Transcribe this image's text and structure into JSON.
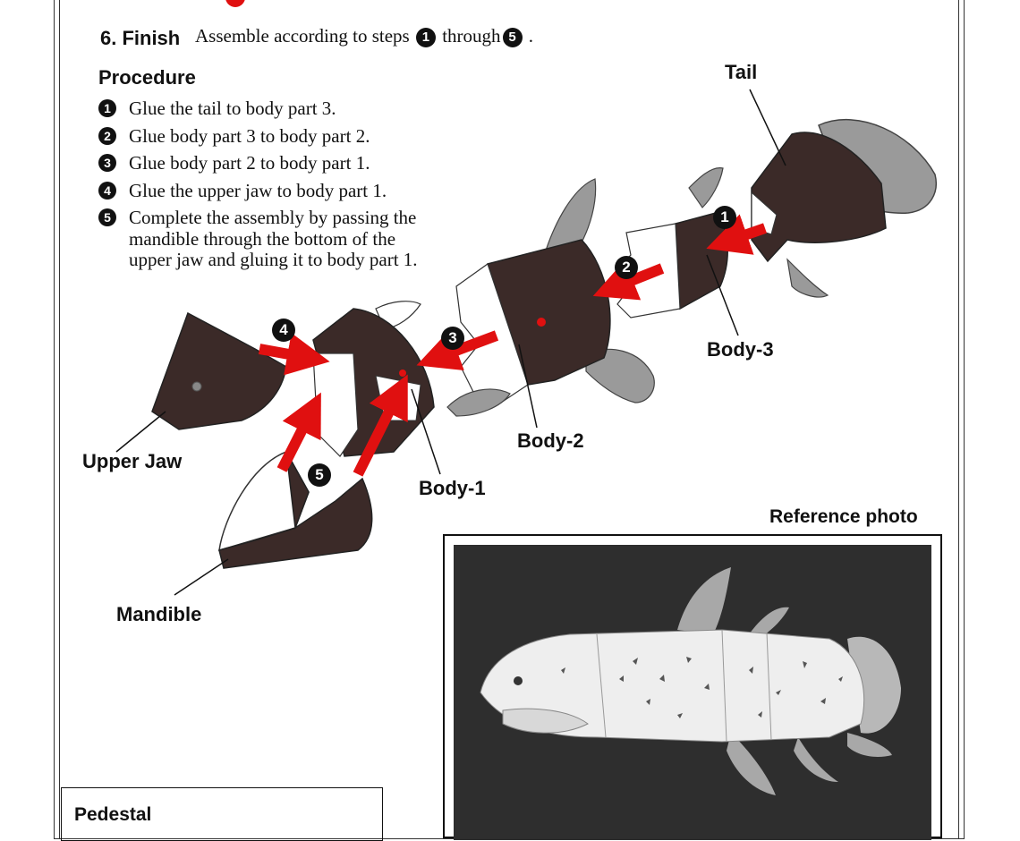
{
  "heading": {
    "step_title": "6. Finish",
    "description_prefix": "Assemble according to steps",
    "step_from": "1",
    "description_middle": "through",
    "step_to": "5",
    "description_suffix": "."
  },
  "procedure": {
    "title": "Procedure",
    "steps": [
      {
        "num": "1",
        "text": "Glue the tail to body part 3."
      },
      {
        "num": "2",
        "text": "Glue body part 3 to body part 2."
      },
      {
        "num": "3",
        "text": "Glue body part 2 to body part 1."
      },
      {
        "num": "4",
        "text": "Glue the upper jaw to body part 1."
      },
      {
        "num": "5",
        "text": "Complete the assembly by passing the mandible through the bottom of the upper jaw and gluing it to body part 1."
      }
    ]
  },
  "diagram_labels": {
    "tail": "Tail",
    "body3": "Body-3",
    "body2": "Body-2",
    "body1": "Body-1",
    "upper_jaw": "Upper Jaw",
    "mandible": "Mandible"
  },
  "diagram_step_markers": [
    "1",
    "2",
    "3",
    "4",
    "5"
  ],
  "reference_photo": {
    "title": "Reference photo"
  },
  "pedestal": {
    "title": "Pedestal"
  },
  "colors": {
    "arrow": "#e01010",
    "body": "#3b2a28",
    "fin": "#9a9a9a"
  }
}
